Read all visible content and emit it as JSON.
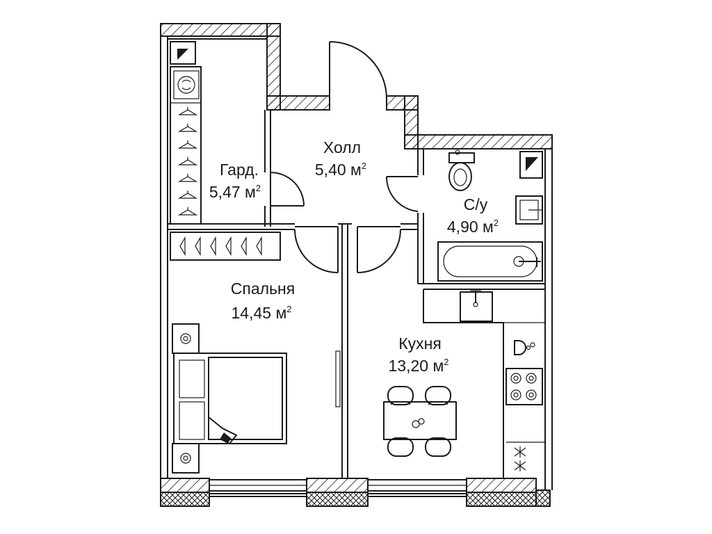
{
  "rooms": {
    "closet": {
      "name": "Гард.",
      "area": "5,47 м",
      "unit_exp": "2"
    },
    "hall": {
      "name": "Холл",
      "area": "5,40 м",
      "unit_exp": "2"
    },
    "bathroom": {
      "name": "С/у",
      "area": "4,90 м",
      "unit_exp": "2"
    },
    "bedroom": {
      "name": "Спальня",
      "area": "14,45 м",
      "unit_exp": "2"
    },
    "kitchen": {
      "name": "Кухня",
      "area": "13,20 м",
      "unit_exp": "2"
    }
  },
  "colors": {
    "line": "#1a1a1a",
    "background": "#ffffff"
  }
}
